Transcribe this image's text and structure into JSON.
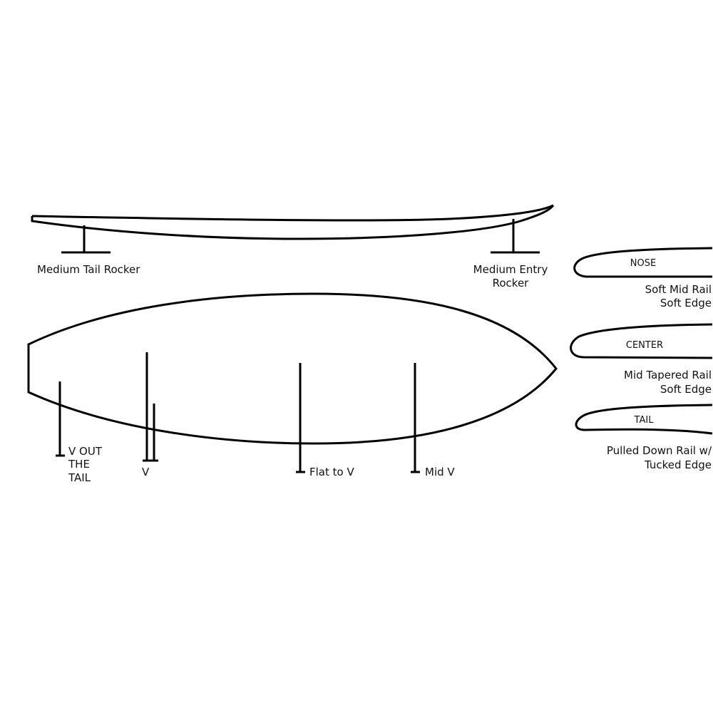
{
  "rocker": {
    "tail_label": "Medium Tail Rocker",
    "entry_label_line1": "Medium Entry",
    "entry_label_line2": "Rocker"
  },
  "bottom": {
    "v_out_line1": "V OUT",
    "v_out_line2": "THE",
    "v_out_line3": "TAIL",
    "v": "V",
    "flat_to_v": "Flat to V",
    "mid_v": "Mid V"
  },
  "rails": {
    "nose": {
      "title": "NOSE",
      "line1": "Soft Mid Rail",
      "line2": "Soft Edge"
    },
    "center": {
      "title": "CENTER",
      "line1": "Mid Tapered Rail",
      "line2": "Soft Edge"
    },
    "tail": {
      "title": "TAIL",
      "line1": "Pulled Down Rail w/",
      "line2": "Tucked Edge"
    }
  },
  "colors": {
    "stroke": "#000000",
    "background": "#ffffff"
  }
}
